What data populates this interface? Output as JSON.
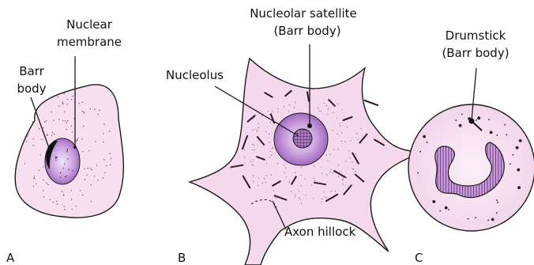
{
  "panel_a": {
    "letter": "A",
    "nuclear_membrane_line1": "Nuclear",
    "nuclear_membrane_line2": "membrane",
    "barr_body_line1": "Barr",
    "barr_body_line2": "body"
  },
  "panel_b": {
    "letter": "B",
    "satellite_line1": "Nucleolar satellite",
    "satellite_line2": "(Barr body)",
    "nucleolus": "Nucleolus",
    "axon_hillock": "Axon hillock"
  },
  "panel_c": {
    "letter": "C",
    "drumstick_line1": "Drumstick",
    "drumstick_line2": "(Barr body)"
  },
  "colors": {
    "cytoplasm": "#f6dcef",
    "nucleus_outer": "#c8a0d8",
    "nucleus_inner": "#8e55b0",
    "outline": "#1a1a1a"
  }
}
